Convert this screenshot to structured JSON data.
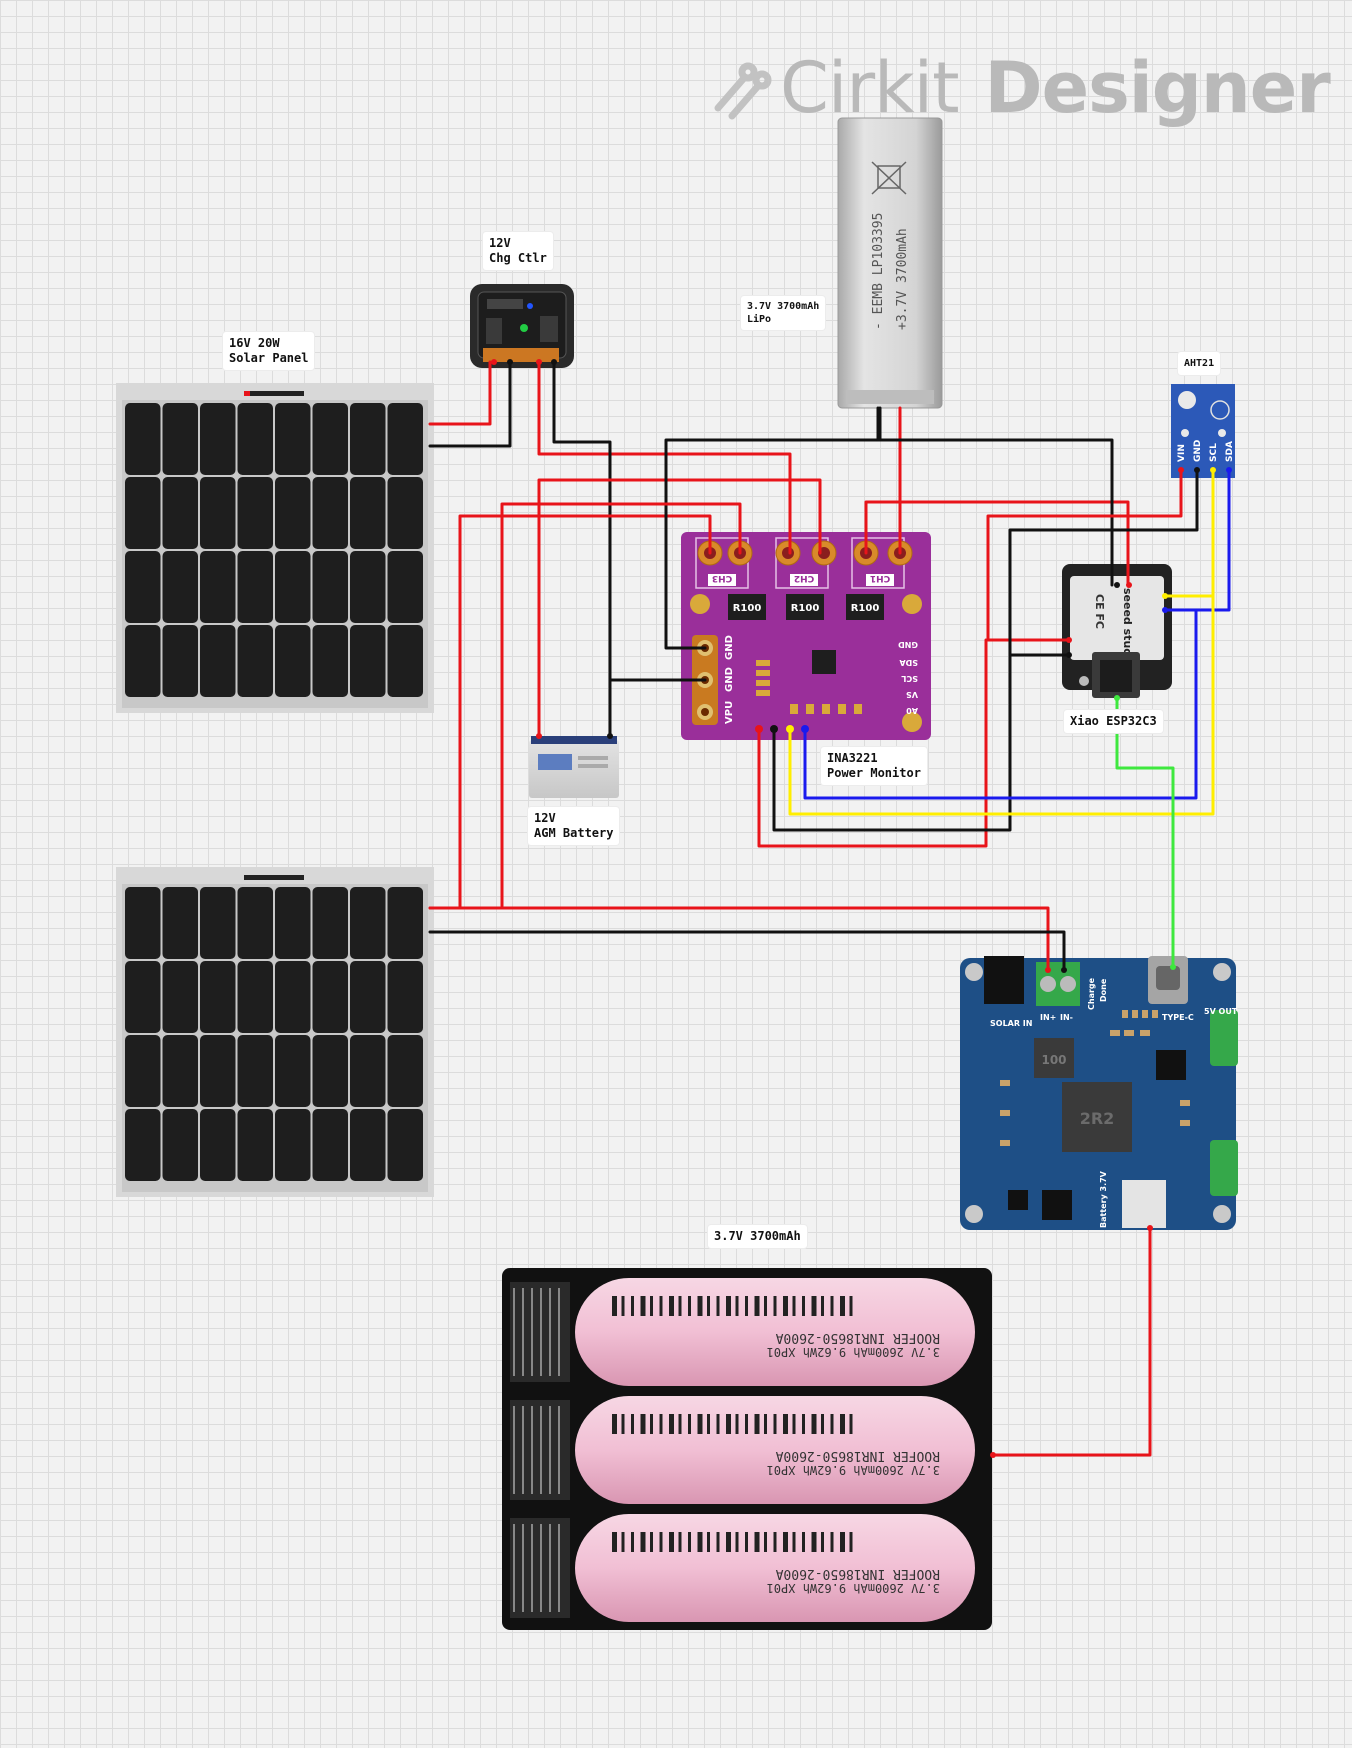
{
  "brand": {
    "word1": "Cirkit",
    "word2": "Designer"
  },
  "components": {
    "charge_controller": {
      "label": "12V\nChg Ctlr"
    },
    "solar_panel": {
      "label": "16V 20W\nSolar Panel"
    },
    "lipo": {
      "label": "3.7V 3700mAh\nLiPo",
      "print1": "- EEMB LP103395",
      "print2": "+3.7V 3700mAh"
    },
    "aht21": {
      "label": "AHT21",
      "pins": [
        "VIN",
        "GND",
        "SCL",
        "SDA"
      ]
    },
    "ina3221": {
      "label": "INA3221\nPower Monitor",
      "channels": [
        "CH3",
        "CH2",
        "CH1"
      ],
      "resistor": "R100",
      "side_pins": [
        "GND",
        "GND",
        "VPU"
      ],
      "right_pins": [
        "GND",
        "SDA",
        "SCL",
        "VS",
        "A0"
      ]
    },
    "xiao": {
      "label": "Xiao ESP32C3",
      "silk": "seeed studio"
    },
    "agm": {
      "label": "12V\nAGM Battery"
    },
    "battery_pack": {
      "label": "3.7V 3700mAh",
      "cell_print1": "ROOFER  INR18650-2600A",
      "cell_print2": "3.7V 2600mAh 9.62Wh XP01"
    },
    "solar_charger": {
      "labels": [
        "SOLAR IN",
        "IN+",
        "IN-",
        "TYPE-C",
        "5V OUT",
        "Battery 3.7V",
        "Charge",
        "Done"
      ],
      "inductor": "2R2",
      "inductor_small": "100"
    }
  },
  "wire_colors": {
    "red": "#e8141a",
    "black": "#111111",
    "yellow": "#ffee00",
    "blue": "#1a1aee",
    "green": "#3ee83e"
  }
}
